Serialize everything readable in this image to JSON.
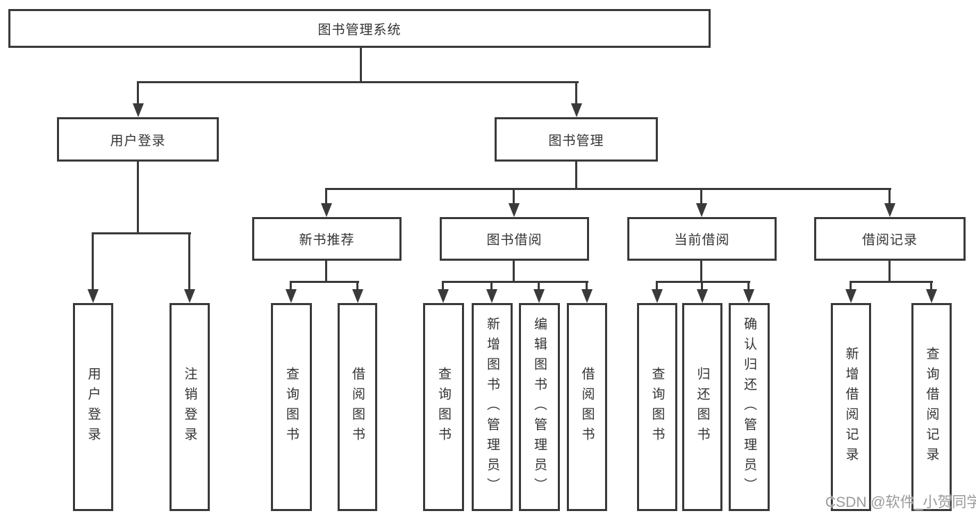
{
  "diagram": {
    "root": "图书管理系统",
    "level2": [
      "用户登录",
      "图书管理"
    ],
    "level3": [
      "新书推荐",
      "图书借阅",
      "当前借阅",
      "借阅记录"
    ],
    "level4": {
      "user_login_children": [
        "用户登录",
        "注销登录"
      ],
      "new_book_children": [
        "查询图书",
        "借阅图书"
      ],
      "book_borrow_children": [
        "查询图书",
        "新增图书（管理员）",
        "编辑图书（管理员）",
        "借阅图书"
      ],
      "current_borrow_children": [
        "查询图书",
        "归还图书",
        "确认归还（管理员）"
      ],
      "borrow_record_children": [
        "新增借阅记录",
        "查询借阅记录"
      ]
    }
  },
  "watermark": "CSDN @软件_小贺同学",
  "colors": {
    "line": "#3a3a3a",
    "text": "#333333",
    "watermark-color": "#9b9b9b",
    "background": "#ffffff"
  }
}
